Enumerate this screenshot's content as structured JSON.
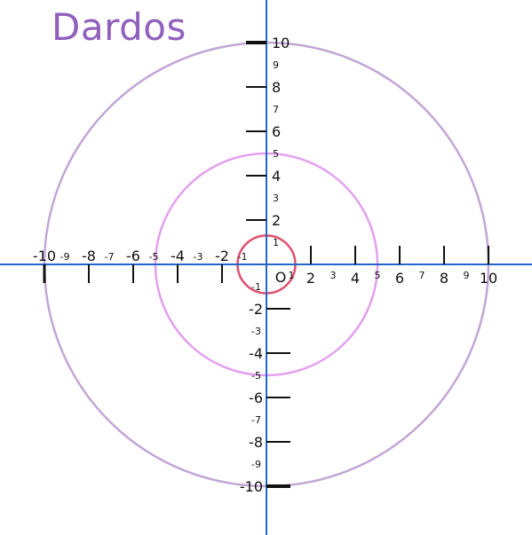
{
  "title": "Dardos",
  "origin_label": "O",
  "colors": {
    "title": "#9060bd",
    "axis": "#2266cc",
    "ring_outer": "#c2a6d6",
    "ring_middle": "#e3a0ee",
    "ring_inner": "#e0506e",
    "ticks": "#111111"
  },
  "rings": [
    {
      "name": "outer-ring",
      "radius": 10,
      "color": "#c2a6d6"
    },
    {
      "name": "middle-ring",
      "radius": 5,
      "color": "#e3a0ee"
    },
    {
      "name": "inner-ring",
      "radius": 1.3,
      "color": "#e0506e"
    }
  ],
  "x_axis": {
    "major_ticks": [
      "-10",
      "-8",
      "-6",
      "-4",
      "-2",
      "2",
      "4",
      "6",
      "8",
      "10"
    ],
    "minor_labels": [
      "-9",
      "-7",
      "-5",
      "-3",
      "-1",
      "1",
      "3",
      "5",
      "7",
      "9"
    ]
  },
  "y_axis": {
    "major_ticks": [
      "10",
      "8",
      "6",
      "4",
      "2",
      "-2",
      "-4",
      "-6",
      "-8",
      "-10"
    ],
    "minor_labels": [
      "9",
      "7",
      "5",
      "3",
      "1",
      "-1",
      "-3",
      "-5",
      "-7",
      "-9"
    ]
  }
}
